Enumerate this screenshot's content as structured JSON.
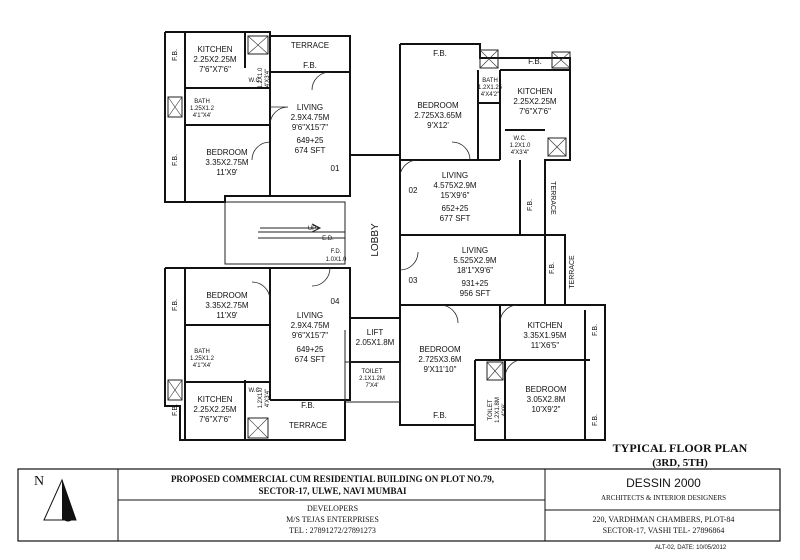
{
  "flats": {
    "f1": {
      "kitchen": {
        "name": "KITCHEN",
        "m": "2.25X2.25M",
        "ft": "7'6\"X7'6\""
      },
      "living": {
        "name": "LIVING",
        "m": "2.9X4.75M",
        "ft": "9'6\"X15'7\""
      },
      "bedroom": {
        "name": "BEDROOM",
        "m": "3.35X2.75M",
        "ft": "11'X9'"
      },
      "bath": {
        "name": "BATH",
        "m": "1.25X1.2",
        "ft": "4'1\"X4'"
      },
      "wc": {
        "name": "W.C.",
        "m": "1.2X1.0",
        "ft": "4'X3'4\""
      },
      "area": "649+25",
      "sft": "674 SFT",
      "no": "01"
    },
    "f2": {
      "bedroom": {
        "name": "BEDROOM",
        "m": "2.725X3.65M",
        "ft": "9'X12'"
      },
      "kitchen": {
        "name": "KITCHEN",
        "m": "2.25X2.25M",
        "ft": "7'6\"X7'6\""
      },
      "bath": {
        "name": "BATH",
        "m": "1.2X1.25",
        "ft": "4'X4'2\""
      },
      "wc": {
        "name": "W.C.",
        "m": "1.2X1.0",
        "ft": "4'X3'4\""
      },
      "living": {
        "name": "LIVING",
        "m": "4.575X2.9M",
        "ft": "15'X9'6\""
      },
      "area": "652+25",
      "sft": "677 SFT",
      "no": "02"
    },
    "f3": {
      "living": {
        "name": "LIVING",
        "m": "5.525X2.9M",
        "ft": "18'1\"X9'6\""
      },
      "area": "931+25",
      "sft": "956 SFT",
      "no": "03",
      "kitchen": {
        "name": "KITCHEN",
        "m": "3.35X1.95M",
        "ft": "11'X6'5\""
      },
      "bedroom1": {
        "name": "BEDROOM",
        "m": "2.725X3.6M",
        "ft": "9'X11'10\""
      },
      "bedroom2": {
        "name": "BEDROOM",
        "m": "3.05X2.8M",
        "ft": "10'X9'2\""
      },
      "toilet": {
        "name": "TOILET",
        "m": "1.2X1.8M",
        "ft": "4'X6'"
      }
    },
    "f4": {
      "bedroom": {
        "name": "BEDROOM",
        "m": "3.35X2.75M",
        "ft": "11'X9'"
      },
      "living": {
        "name": "LIVING",
        "m": "2.9X4.75M",
        "ft": "9'6\"X15'7\""
      },
      "bath": {
        "name": "BATH",
        "m": "1.25X1.2",
        "ft": "4'1\"X4'"
      },
      "wc": {
        "name": "W.C.",
        "m": "1.2X1.0",
        "ft": "4'X3'4\""
      },
      "kitchen": {
        "name": "KITCHEN",
        "m": "2.25X2.25M",
        "ft": "7'6\"X7'6\""
      },
      "area": "649+25",
      "sft": "674 SFT",
      "no": "04"
    }
  },
  "common": {
    "terrace": "TERRACE",
    "fb": "F.B.",
    "lobby": "LOBBY",
    "lift": {
      "name": "LIFT",
      "m": "2.05X1.8M"
    },
    "toilet": {
      "name": "TOILET",
      "m": "2.1X1.2M",
      "ft": "7'X4'"
    },
    "fd": {
      "name": "F.D.",
      "m": "1.0X1.0"
    },
    "ed": "E.D.",
    "up": "UP"
  },
  "plan_title": {
    "line1": "TYPICAL FLOOR PLAN",
    "line2": "(3RD, 5TH)"
  },
  "title_block": {
    "project_line1": "PROPOSED COMMERCIAL CUM RESIDENTIAL BUILDING ON PLOT NO.79,",
    "project_line2": "SECTOR-17, ULWE, NAVI MUMBAI",
    "developers_label": "DEVELOPERS",
    "developer_name": "M/S TEJAS ENTERPRISES",
    "developer_tel": "TEL : 27891272/27891273",
    "firm_name": "DESSIN 2000",
    "firm_sub": "ARCHITECTS & INTERIOR DESIGNERS",
    "firm_addr1": "220, VARDHMAN CHAMBERS, PLOT-84",
    "firm_addr2": "SECTOR-17, VASHI TEL- 27896864",
    "north": "N",
    "footer": "ALT-02, DATE: 10/05/2012"
  }
}
